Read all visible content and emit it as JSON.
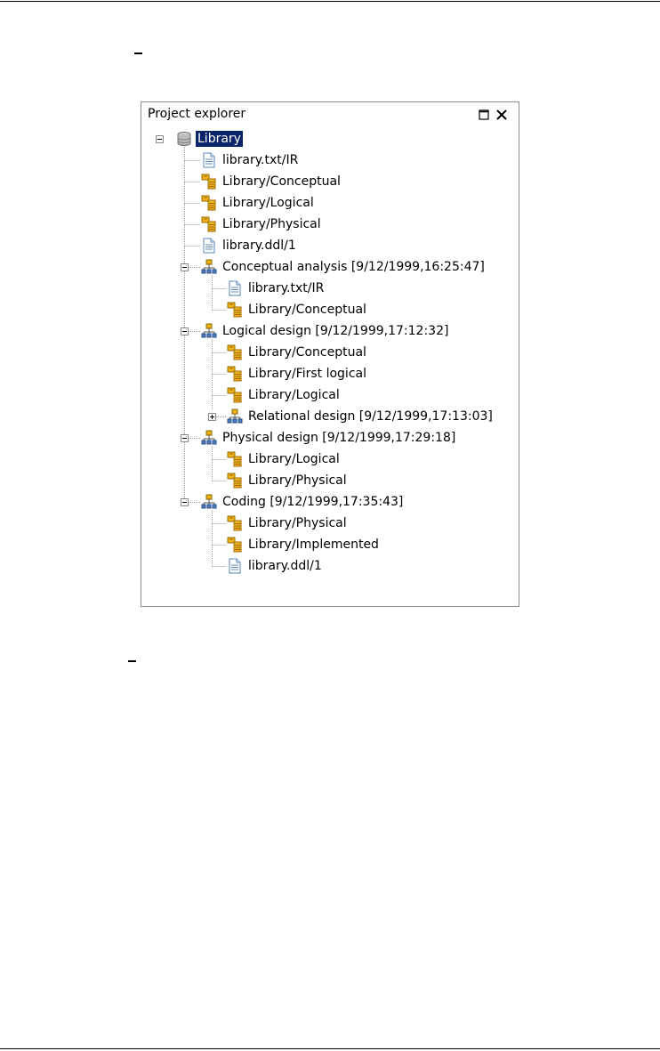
{
  "panel": {
    "title": "Project explorer",
    "buttons": {
      "restore_icon": "restore-icon",
      "close_icon": "close-icon"
    }
  },
  "colors": {
    "selection": "#0a246a",
    "selection_text": "#ffffff"
  },
  "tree": [
    {
      "label": "Library",
      "icon": "database-icon",
      "selected": true,
      "toggle": "expanded"
    },
    {
      "label": "library.txt/IR",
      "icon": "document-icon"
    },
    {
      "label": "Library/Conceptual",
      "icon": "schema-icon"
    },
    {
      "label": "Library/Logical",
      "icon": "schema-icon"
    },
    {
      "label": "Library/Physical",
      "icon": "schema-icon"
    },
    {
      "label": "library.ddl/1",
      "icon": "document-icon"
    },
    {
      "label": "Conceptual analysis [9/12/1999,16:25:47]",
      "icon": "process-icon",
      "toggle": "expanded"
    },
    {
      "label": "library.txt/IR",
      "icon": "document-icon"
    },
    {
      "label": "Library/Conceptual",
      "icon": "schema-icon"
    },
    {
      "label": "Logical design [9/12/1999,17:12:32]",
      "icon": "process-icon",
      "toggle": "expanded"
    },
    {
      "label": "Library/Conceptual",
      "icon": "schema-icon"
    },
    {
      "label": "Library/First logical",
      "icon": "schema-icon"
    },
    {
      "label": "Library/Logical",
      "icon": "schema-icon"
    },
    {
      "label": "Relational design [9/12/1999,17:13:03]",
      "icon": "process-icon",
      "toggle": "collapsed"
    },
    {
      "label": "Physical design [9/12/1999,17:29:18]",
      "icon": "process-icon",
      "toggle": "expanded"
    },
    {
      "label": "Library/Logical",
      "icon": "schema-icon"
    },
    {
      "label": "Library/Physical",
      "icon": "schema-icon"
    },
    {
      "label": "Coding [9/12/1999,17:35:43]",
      "icon": "process-icon",
      "toggle": "expanded"
    },
    {
      "label": "Library/Physical",
      "icon": "schema-icon"
    },
    {
      "label": "Library/Implemented",
      "icon": "schema-icon"
    },
    {
      "label": "library.ddl/1",
      "icon": "document-icon"
    }
  ]
}
